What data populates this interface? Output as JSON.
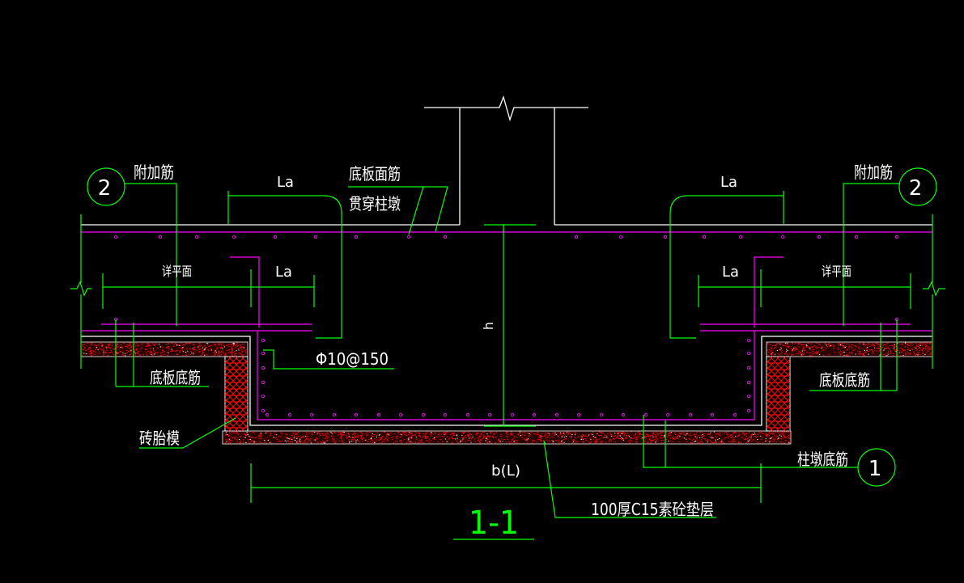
{
  "drawing": {
    "section_title": "1-1"
  },
  "labels": {
    "additional_bar_left": "附加筋",
    "additional_bar_right": "附加筋",
    "callout_2_left": "2",
    "callout_2_right": "2",
    "callout_1": "1",
    "la_top_left": "La",
    "la_top_right": "La",
    "la_mid_left": "La",
    "la_mid_right": "La",
    "slab_top_bar_line1": "底板面筋",
    "slab_top_bar_line2": "贯穿柱墩",
    "see_plan_left": "详平面",
    "see_plan_right": "详平面",
    "height": "h",
    "stirrup_spec": "Φ10@150",
    "slab_bottom_bar_left": "底板底筋",
    "slab_bottom_bar_right": "底板底筋",
    "brick_formwork": "砖胎模",
    "pier_bottom_bar": "柱墩底筋",
    "width": "b(L)",
    "blinding_layer": "100厚C15素砼垫层"
  },
  "colors": {
    "background": "#000000",
    "annotation_green": "#00ff00",
    "outline_white": "#ffffff",
    "rebar_magenta": "#ff00ff",
    "hatch_red": "#ff0000"
  }
}
